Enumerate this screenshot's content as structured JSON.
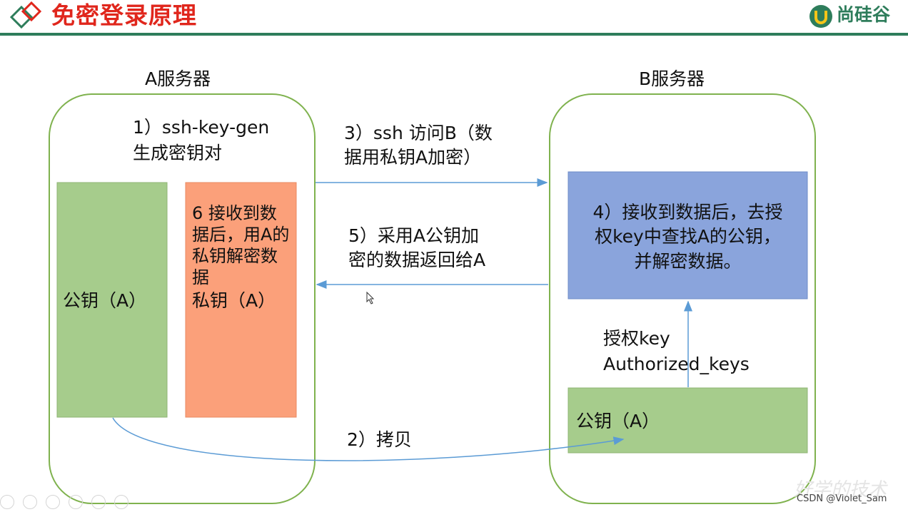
{
  "header": {
    "title": "免密登录原理",
    "brand": "尚硅谷",
    "logo_icon": "diamond-logo-icon",
    "brand_icon": "u-logo-icon"
  },
  "servers": {
    "a_title": "A服务器",
    "b_title": "B服务器"
  },
  "steps": {
    "step1": [
      "1）ssh-key-gen",
      "生成密钥对"
    ],
    "step2": "2）拷贝",
    "step3": [
      "3）ssh 访问B（数",
      "据用私钥A加密）"
    ],
    "step4": [
      "4）接收到数据后，去授",
      "权key中查找A的公钥，",
      "并解密数据。"
    ],
    "step5": [
      "5）采用A公钥加",
      "密的数据返回给A"
    ],
    "step6": [
      "6 接收到数",
      "据后，用A的",
      "私钥解密数",
      "据"
    ]
  },
  "boxes": {
    "public_key_a": "公钥（A）",
    "private_key_a": "私钥（A）",
    "public_key_b": "公钥（A）",
    "auth_label": [
      "授权key",
      "Authorized_keys"
    ]
  },
  "colors": {
    "title_red": "#e0261c",
    "brand_green": "#2e7d5b",
    "server_border": "#7fb24e",
    "green_box": "#a6cc8c",
    "orange_box": "#fba07a",
    "blue_box": "#8aa4dc",
    "arrow": "#5b9bd5"
  },
  "watermark": "CSDN @Violet_Sam",
  "watermark_script": "好学的技术"
}
